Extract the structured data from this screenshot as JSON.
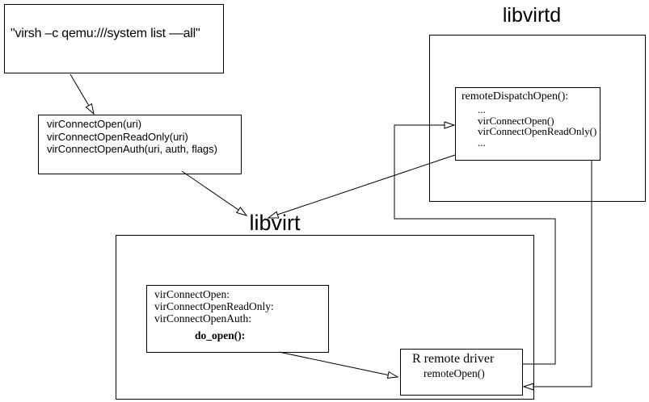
{
  "colors": {
    "ink": "#000000",
    "background": "#ffffff"
  },
  "virsh_box": {
    "text": "\"virsh –c qemu:///system list ––all\""
  },
  "api_box": {
    "lines": [
      "virConnectOpen(uri)",
      "virConnectOpenReadOnly(uri)",
      "virConnectOpenAuth(uri, auth, flags)"
    ]
  },
  "libvirtd": {
    "title": "libvirtd",
    "dispatch_box": {
      "title": "remoteDispatchOpen():",
      "body": [
        "...",
        "virConnectOpen()",
        "virConnectOpenReadOnly()",
        "..."
      ]
    }
  },
  "libvirt": {
    "title": "libvirt",
    "impl_box": {
      "lines": [
        "virConnectOpen:",
        "virConnectOpenReadOnly:",
        "virConnectOpenAuth:"
      ],
      "call": "do_open():"
    }
  },
  "remote_driver": {
    "title": "R remote driver",
    "body": "remoteOpen()"
  }
}
